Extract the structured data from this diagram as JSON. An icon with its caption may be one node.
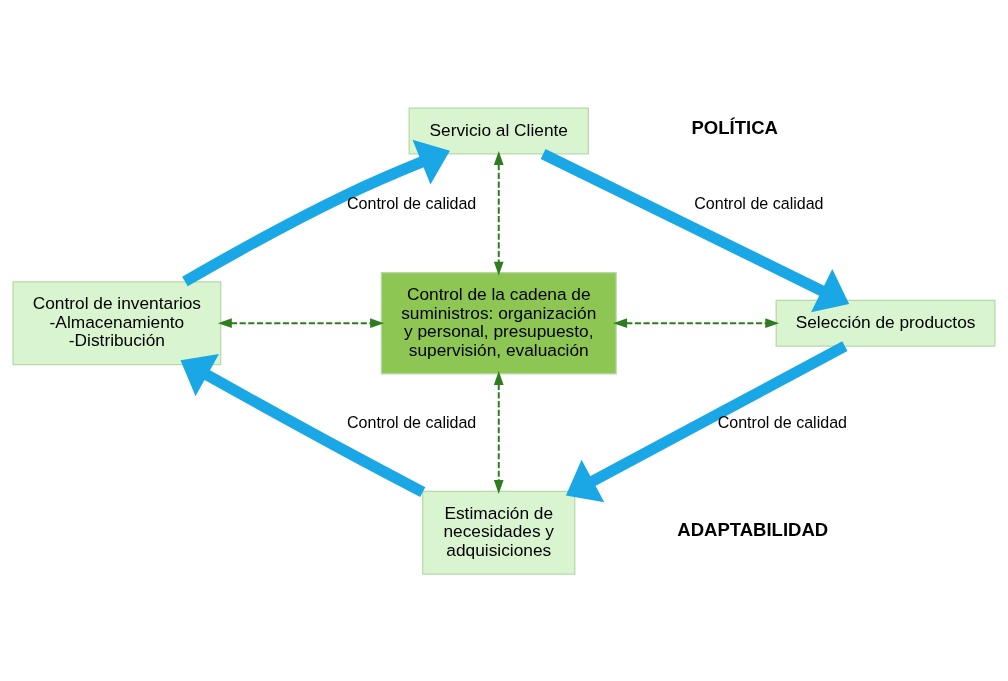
{
  "diagram": {
    "nodes": [
      {
        "text": [
          "Servicio al Cliente"
        ]
      },
      {
        "text": [
          "Control de inventarios -Almacenamiento -Distribución"
        ]
      },
      {
        "text": [
          "Control de la cadena de suministros: organización y personal, presupuesto, supervisión, evaluación"
        ]
      },
      {
        "text": [
          "Selección de productos"
        ]
      },
      {
        "text": [
          "Estimación de necesidades y adquisiciones"
        ]
      }
    ],
    "edges": [
      {
        "from": 0,
        "to": 3,
        "arrow": "to",
        "label": "Control de calidad",
        "style": "thick",
        "color": "#1aa7e6"
      },
      {
        "from": 3,
        "to": 4,
        "arrow": "to",
        "label": "Control de calidad",
        "style": "thick",
        "color": "#1aa7e6"
      },
      {
        "from": 4,
        "to": 1,
        "arrow": "to",
        "label": "Control de calidad",
        "style": "thick",
        "color": "#1aa7e6"
      },
      {
        "from": 1,
        "to": 0,
        "arrow": "to",
        "label": "Control de calidad",
        "style": "thick",
        "color": "#1aa7e6"
      },
      {
        "from": 0,
        "to": 2,
        "arrow": "both",
        "style": "dashed",
        "color": "#2e7d1e"
      },
      {
        "from": 1,
        "to": 2,
        "arrow": "both",
        "style": "dashed",
        "color": "#2e7d1e"
      },
      {
        "from": 2,
        "to": 3,
        "arrow": "both",
        "style": "dashed",
        "color": "#2e7d1e"
      },
      {
        "from": 2,
        "to": 4,
        "arrow": "both",
        "style": "dashed",
        "color": "#2e7d1e"
      }
    ],
    "labels": [
      "POLÍTICA",
      "ADAPTABILIDAD"
    ]
  }
}
